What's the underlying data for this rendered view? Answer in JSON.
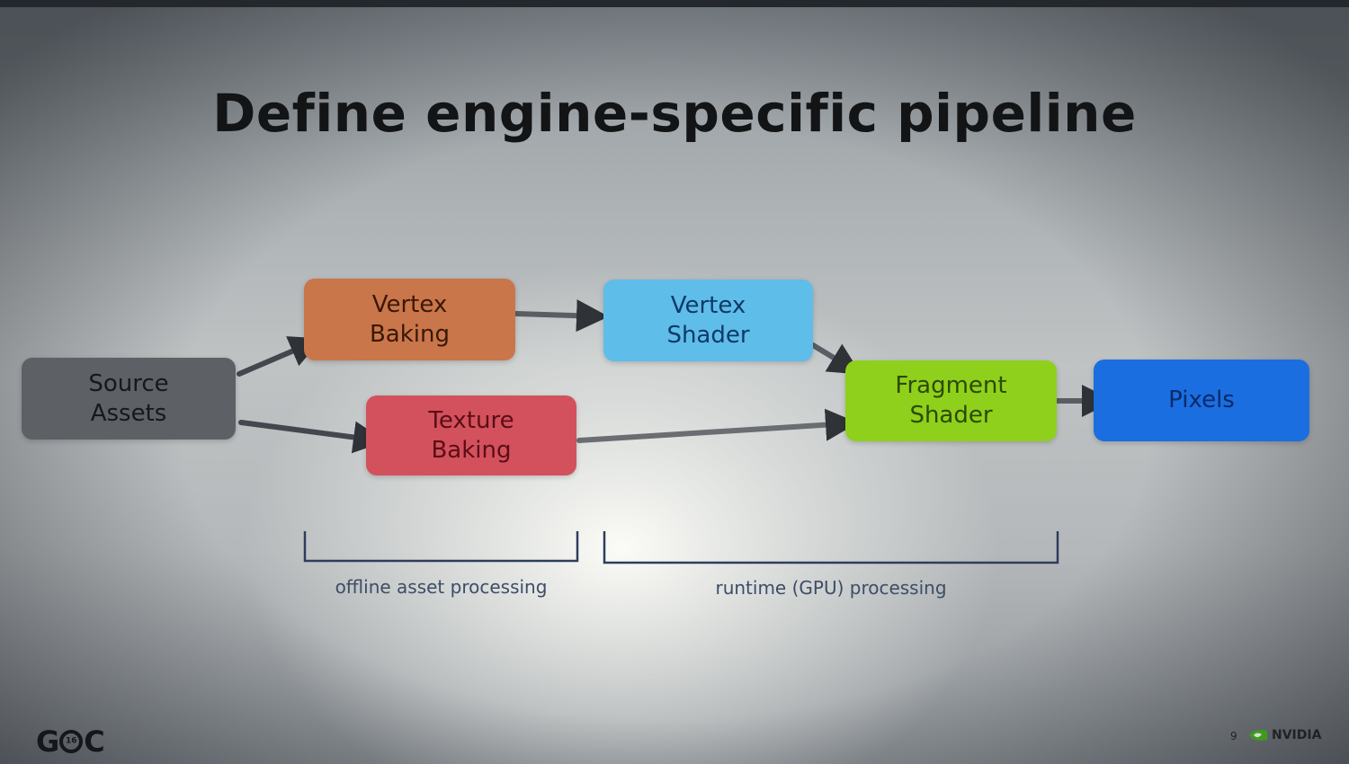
{
  "title": "Define engine-specific pipeline",
  "nodes": {
    "source_assets": {
      "label": "Source\nAssets",
      "color": "#5d6166"
    },
    "vertex_baking": {
      "label": "Vertex\nBaking",
      "color": "#c9764a"
    },
    "texture_baking": {
      "label": "Texture\nBaking",
      "color": "#d3515c"
    },
    "vertex_shader": {
      "label": "Vertex\nShader",
      "color": "#5fbde9"
    },
    "fragment_shader": {
      "label": "Fragment\nShader",
      "color": "#8fd01c"
    },
    "pixels": {
      "label": "Pixels",
      "color": "#1a6ee0"
    }
  },
  "edges": [
    {
      "from": "source_assets",
      "to": "vertex_baking"
    },
    {
      "from": "source_assets",
      "to": "texture_baking"
    },
    {
      "from": "vertex_baking",
      "to": "vertex_shader"
    },
    {
      "from": "vertex_shader",
      "to": "fragment_shader"
    },
    {
      "from": "texture_baking",
      "to": "fragment_shader"
    },
    {
      "from": "fragment_shader",
      "to": "pixels"
    }
  ],
  "groups": {
    "offline": {
      "label": "offline asset processing"
    },
    "runtime": {
      "label": "runtime (GPU) processing"
    }
  },
  "footer": {
    "gdc_logo": "GDC16",
    "page_number": "9",
    "nvidia_logo": "NVIDIA"
  }
}
